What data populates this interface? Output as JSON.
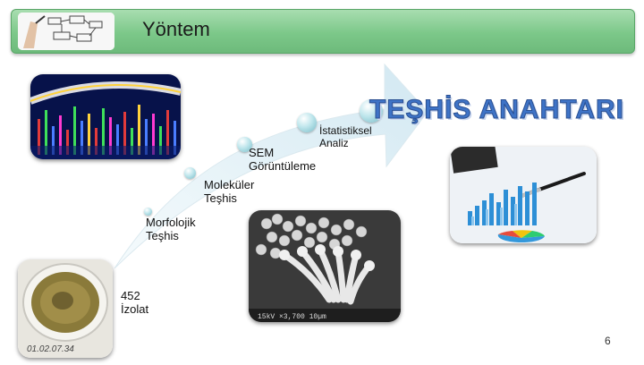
{
  "slide": {
    "title": "Yöntem",
    "key_title": "TEŞHİS ANAHTARI",
    "page_number": "6",
    "isolate": {
      "count": "452",
      "label": "İzolat"
    },
    "petri_label": "01.02.07.34",
    "steps": [
      {
        "line1": "Morfolojik",
        "line2": "Teşhis"
      },
      {
        "line1": "Moleküler",
        "line2": "Teşhis"
      },
      {
        "line1": "SEM",
        "line2": "Görüntüleme"
      },
      {
        "line1": "İstatistiksel",
        "line2": "Analiz"
      }
    ],
    "sem_caption": "15kV ×3,700 10µm",
    "colors": {
      "header": "#7cc889",
      "arrow": "#d9ecf4",
      "key_title": "#3e73c6"
    }
  }
}
